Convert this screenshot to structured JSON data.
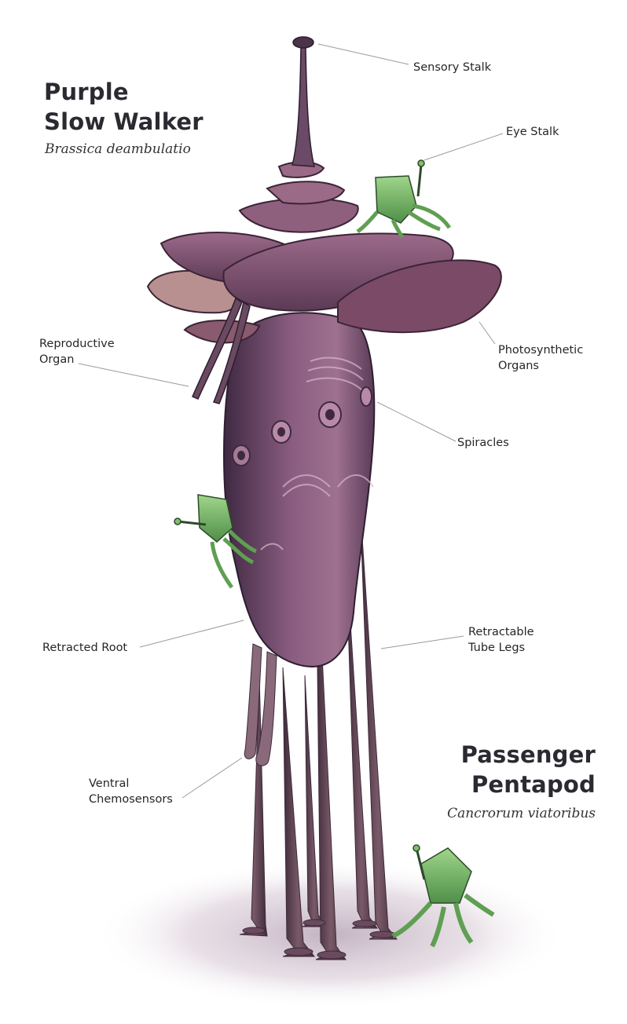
{
  "species_primary": {
    "common_name_line1": "Purple",
    "common_name_line2": "Slow Walker",
    "scientific_name": "Brassica deambulatio"
  },
  "species_secondary": {
    "common_name_line1": "Passenger",
    "common_name_line2": "Pentapod",
    "scientific_name": "Cancrorum viatoribus"
  },
  "labels": {
    "sensory_stalk": "Sensory Stalk",
    "eye_stalk": "Eye Stalk",
    "reproductive_organ_line1": "Reproductive",
    "reproductive_organ_line2": "Organ",
    "photosynthetic_organs_line1": "Photosynthetic",
    "photosynthetic_organs_line2": "Organs",
    "spiracles": "Spiracles",
    "retracted_root": "Retracted Root",
    "retractable_tube_legs_line1": "Retractable",
    "retractable_tube_legs_line2": "Tube Legs",
    "ventral_chemosensors_line1": "Ventral",
    "ventral_chemosensors_line2": "Chemosensors"
  },
  "colors": {
    "body_purple": "#6e4a6b",
    "body_dark": "#3e2a40",
    "leaf_purple": "#8a5a7a",
    "pentapod_green": "#7fbf6a",
    "ground": "#d9cbd6",
    "leader_line": "#9a9a9a"
  }
}
